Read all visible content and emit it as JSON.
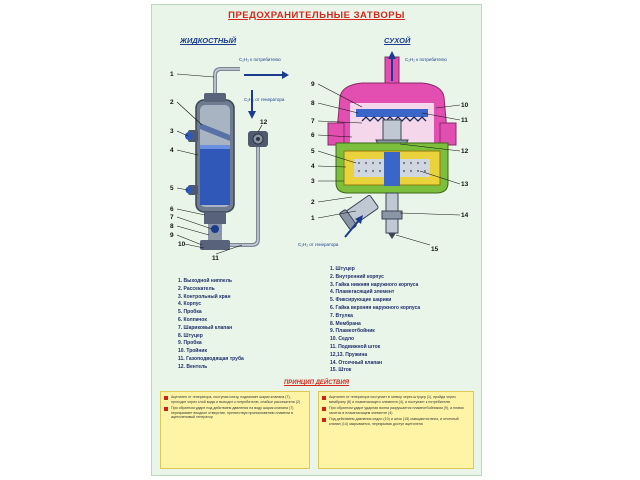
{
  "title": "ПРЕДОХРАНИТЕЛЬНЫЕ ЗАТВОРЫ",
  "liquid": {
    "heading": "ЖИДКОСТНЫЙ",
    "to_consumer": "C₂H₂ к потребителю",
    "from_generator": "C₂H₂ от генератора",
    "callouts": [
      "1",
      "2",
      "3",
      "4",
      "5",
      "6",
      "7",
      "8",
      "9",
      "10",
      "11",
      "12"
    ],
    "legend": [
      "1. Выходной ниппель",
      "2. Рассекатель",
      "3. Контрольный кран",
      "4. Корпус",
      "5. Пробка",
      "6. Колпачок",
      "7. Шариковый клапан",
      "8. Штуцер",
      "9. Пробка",
      "10. Тройник",
      "11. Газоподводящая труба",
      "12. Вентель"
    ]
  },
  "dry": {
    "heading": "СУХОЙ",
    "to_consumer": "C₂H₂ к потребителю",
    "from_generator": "C₂H₂ от генератора",
    "callouts": [
      "9",
      "8",
      "7",
      "6",
      "5",
      "4",
      "3",
      "2",
      "1",
      "10",
      "11",
      "12",
      "13",
      "14",
      "15"
    ],
    "legend": [
      "1. Штуцер",
      "2. Внутренний корпус",
      "3. Гайка нижняя наружного корпуса",
      "4. Пламегасящий элемент",
      "5. Фиксирующие шарики",
      "6. Гайка верхняя наружного корпуса",
      "7. Втулка",
      "8. Мембрана",
      "9. Пламеотбойник",
      "10. Седло",
      "11. Подвижной шток",
      "12,13. Пружина",
      "14. Отсечный клапан",
      "15. Шток"
    ]
  },
  "principle": {
    "heading": "ПРИНЦИП ДЕЙСТВИЯ",
    "left": [
      "Ацетилен от генератора, поступая снизу, поднимает шарик клапана (7), проходит через слой воды и выходит к потребителю, слабые рассекатели (2)",
      "При обратном ударе под действием давления на воду шарик клапана (7) перекрывает входное отверстие, препятствуя проникновению пламени в ацетиленовый генератор"
    ],
    "right": [
      "Ацетилен от генератора поступает в затвор через штуцер (1), пройдя через мембрану (8) и пламегасящего элемента (4), и поступает к потребителю",
      "При обратном ударе ударная волна разрушается пламеотбойником (9), а пламя гасится в пламегасящем элементе (4)",
      "Под действием давления седло (10) и шток (15) смещаются вниз, и отсечный клапан (14) закрывается, перекрывая доступ ацетилена"
    ]
  },
  "colors": {
    "poster_bg": "#e9f5e9",
    "title": "#d2281c",
    "heading": "#1a3b8f",
    "principle_bg": "#fff4a6",
    "bullet": "#c9231a",
    "magenta": "#e24fb0",
    "green_body": "#7bbf3c",
    "yellow_body": "#e9d23b",
    "steel": "#8a96a6"
  }
}
